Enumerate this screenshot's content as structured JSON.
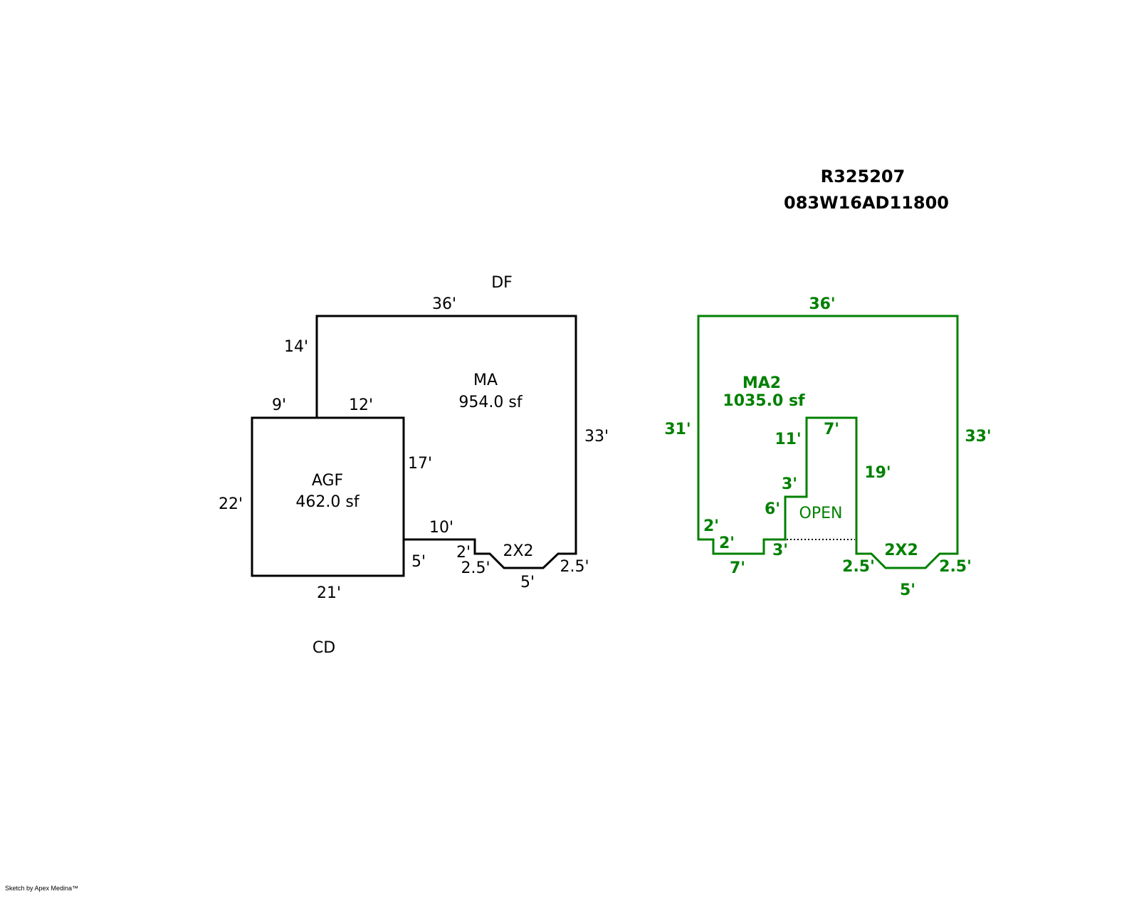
{
  "header": {
    "parcel_id": "R325207",
    "map_tax_lot": "083W16AD11800"
  },
  "colors": {
    "existing": "#000000",
    "new": "#008000"
  },
  "sketch_left": {
    "top_label": "DF",
    "bottom_label": "CD",
    "areas": [
      {
        "code": "MA",
        "area": "954.0 sf"
      },
      {
        "code": "AGF",
        "area": "462.0 sf"
      }
    ],
    "feature_label": "2X2",
    "dimensions": {
      "ma_top": "36'",
      "ma_left": "14'",
      "ma_right": "33'",
      "agf_top_left": "9'",
      "agf_top_right": "12'",
      "agf_left": "22'",
      "agf_right": "17'",
      "agf_bottom": "21'",
      "agf_right_lower": "5'",
      "ledge": "10'",
      "step": "2'",
      "notch_left": "2.5'",
      "notch_bottom": "5'",
      "notch_right": "2.5'"
    }
  },
  "sketch_right": {
    "areas": [
      {
        "code": "MA2",
        "area": "1035.0 sf"
      }
    ],
    "open_label": "OPEN",
    "feature_label": "2X2",
    "dimensions": {
      "top": "36'",
      "left": "31'",
      "right": "33'",
      "step_left_vertical": "2'",
      "step_left_horizontal": "2'",
      "bottom_left": "7'",
      "step_right_vertical": "3'",
      "open_left": "6'",
      "inner_step": "3'",
      "inner_upper": "11'",
      "inner_top": "7'",
      "inner_right": "19'",
      "notch_left": "2.5'",
      "notch_bottom": "5'",
      "notch_right": "2.5'"
    }
  },
  "footer": {
    "credit": "Sketch by Apex Medina™"
  }
}
